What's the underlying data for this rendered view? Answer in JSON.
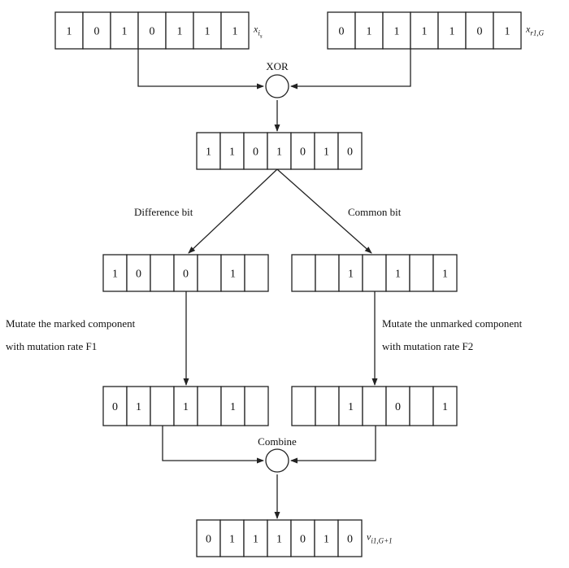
{
  "vectors": {
    "x_i": {
      "bits": [
        "1",
        "0",
        "1",
        "0",
        "1",
        "1",
        "1"
      ],
      "symbol": "x_{i_s}"
    },
    "x_r": {
      "bits": [
        "0",
        "1",
        "1",
        "1",
        "1",
        "0",
        "1"
      ],
      "symbol": "x_{r1,G}"
    },
    "xor_result": {
      "bits": [
        "1",
        "1",
        "0",
        "1",
        "0",
        "1",
        "0"
      ],
      "symbol": ""
    },
    "difference_marked": {
      "bits": [
        "1",
        "0",
        "",
        "0",
        "",
        "1",
        ""
      ],
      "symbol": ""
    },
    "common_marked": {
      "bits": [
        "",
        "",
        "1",
        "",
        "1",
        "",
        "1"
      ],
      "symbol": ""
    },
    "difference_mutated": {
      "bits": [
        "0",
        "1",
        "",
        "1",
        "",
        "1",
        ""
      ],
      "symbol": ""
    },
    "common_mutated": {
      "bits": [
        "",
        "",
        "1",
        "",
        "0",
        "",
        "1"
      ],
      "symbol": ""
    },
    "trial": {
      "bits": [
        "0",
        "1",
        "1",
        "1",
        "0",
        "1",
        "0"
      ],
      "symbol": "v_{i1,G+1}"
    }
  },
  "operators": {
    "xor": "XOR",
    "combine": "Combine"
  },
  "labels": {
    "difference_bit": "Difference bit",
    "common_bit": "Common bit",
    "mutate_marked_line1": "Mutate the marked component",
    "mutate_marked_line2": "with mutation rate F1",
    "mutate_unmarked_line1": "Mutate the unmarked component",
    "mutate_unmarked_line2": "with mutation rate F2"
  }
}
